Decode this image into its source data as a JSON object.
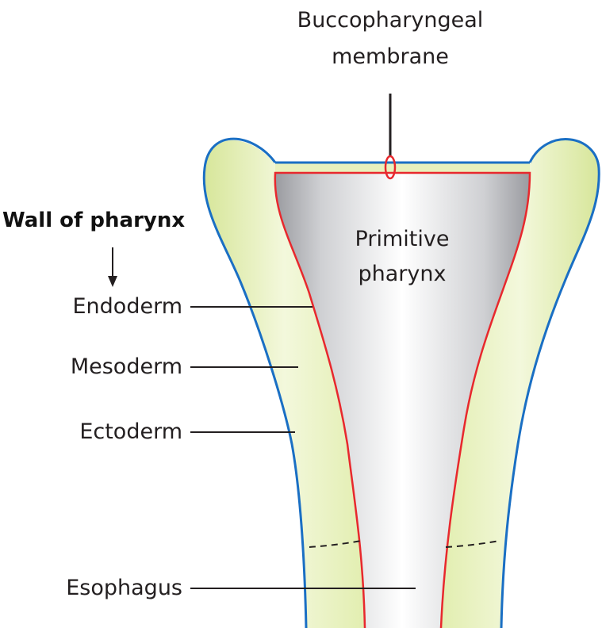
{
  "labels": {
    "membrane_line1": "Buccopharyngeal",
    "membrane_line2": "membrane",
    "wall_title": "Wall of pharynx",
    "endoderm": "Endoderm",
    "mesoderm": "Mesoderm",
    "ectoderm": "Ectoderm",
    "esophagus": "Esophagus",
    "lumen_line1": "Primitive",
    "lumen_line2": "pharynx"
  },
  "colors": {
    "ectoderm_outline": "#1a6fc4",
    "endoderm_outline": "#e8282d",
    "mesoderm_fill": "#e4efb4",
    "lumen_center": "#ffffff",
    "lumen_edge": "#9d9ea3",
    "leader_line": "#231f20"
  }
}
